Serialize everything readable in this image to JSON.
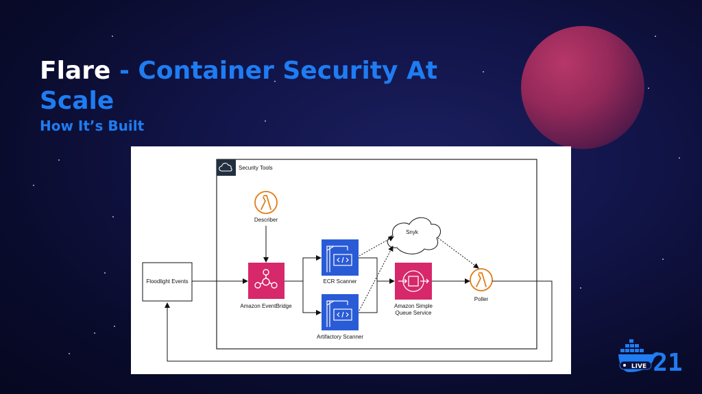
{
  "slide": {
    "title_main": "Flare",
    "title_accent": "- Container Security At Scale",
    "subtitle": "How It’s Built"
  },
  "diagram": {
    "group_label": "Security Tools",
    "nodes": {
      "floodlight": "Floodlight Events",
      "describer": "Describer",
      "eventbridge": "Amazon EventBridge",
      "ecr_scanner": "ECR Scanner",
      "artifactory_scanner": "Artifactory Scanner",
      "snyk": "Snyk",
      "sqs_line1": "Amazon Simple",
      "sqs_line2": "Queue Service",
      "poller": "Poller"
    }
  },
  "branding": {
    "logo_text": "LIVE",
    "logo_number": "21"
  },
  "colors": {
    "accent": "#1f7cf2",
    "lambda": "#e07b17",
    "eventbridge": "#d6286a",
    "ecr": "#2a5bd7",
    "sqs": "#d6286a",
    "planet": "#b23566"
  }
}
